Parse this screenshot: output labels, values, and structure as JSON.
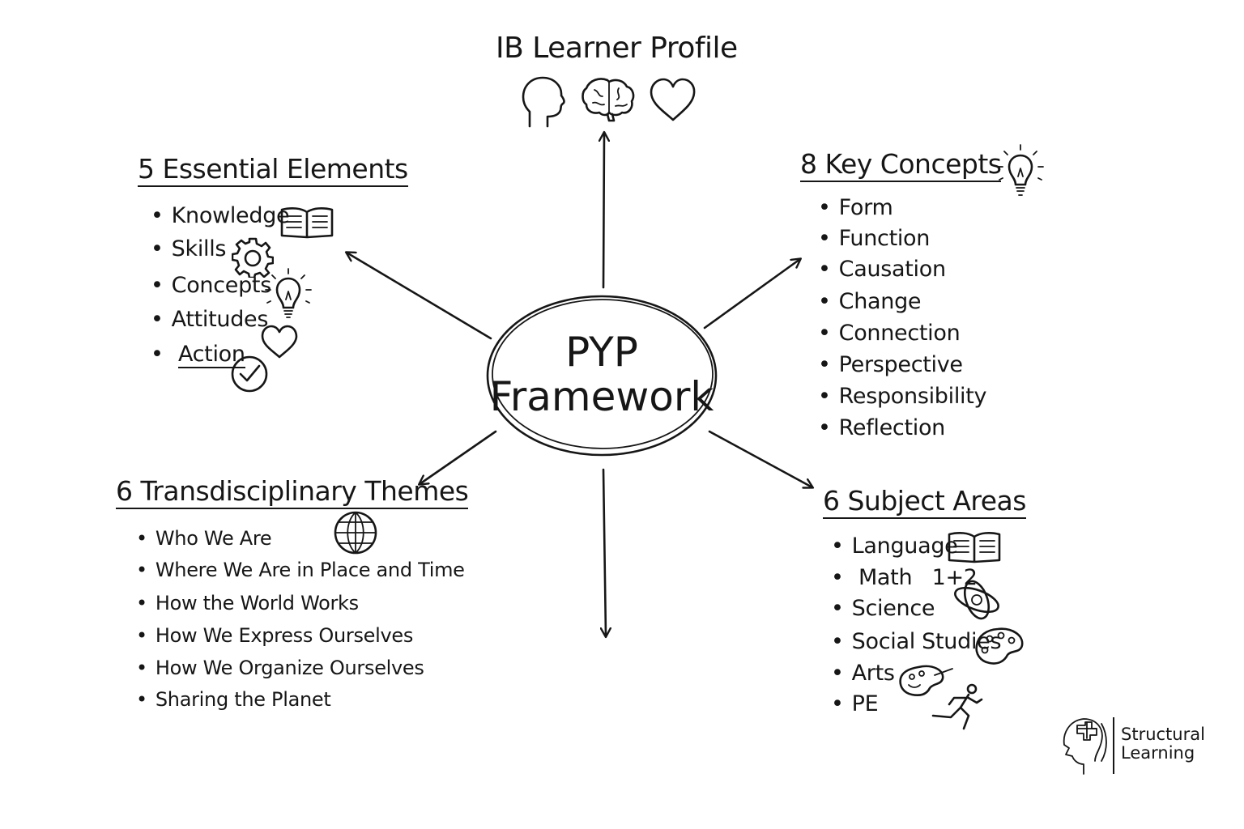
{
  "center": {
    "line1": "PYP",
    "line2": "Framework"
  },
  "learner_profile": {
    "title": "IB Learner Profile"
  },
  "essential_elements": {
    "title": "5 Essential Elements",
    "items": [
      "Knowledge",
      "Skills",
      "Concepts",
      "Attitudes",
      "Action"
    ]
  },
  "key_concepts": {
    "title": "8 Key Concepts",
    "items": [
      "Form",
      "Function",
      "Causation",
      "Change",
      "Connection",
      "Perspective",
      "Responsibility",
      "Reflection"
    ]
  },
  "themes": {
    "title": "6 Transdisciplinary Themes",
    "items": [
      "Who We Are",
      "Where We Are in Place and Time",
      "How the World Works",
      "How We Express Ourselves",
      "How We Organize Ourselves",
      "Sharing the Planet"
    ]
  },
  "subjects": {
    "title": "6 Subject Areas",
    "items": [
      "Language",
      "Math",
      "Science",
      "Social Studies",
      "Arts",
      "PE"
    ],
    "math_note": "1+2"
  },
  "brand": {
    "line1": "Structural",
    "line2": "Learning"
  },
  "colors": {
    "ink": "#161616",
    "background": "#ffffff"
  },
  "icons": [
    "head-icon",
    "brain-icon",
    "heart-icon",
    "lightbulb-icon",
    "book-icon",
    "gear-icon",
    "checkmark-icon",
    "globe-icon",
    "atom-icon",
    "palette-icon",
    "runner-icon",
    "brand-head-icon"
  ]
}
